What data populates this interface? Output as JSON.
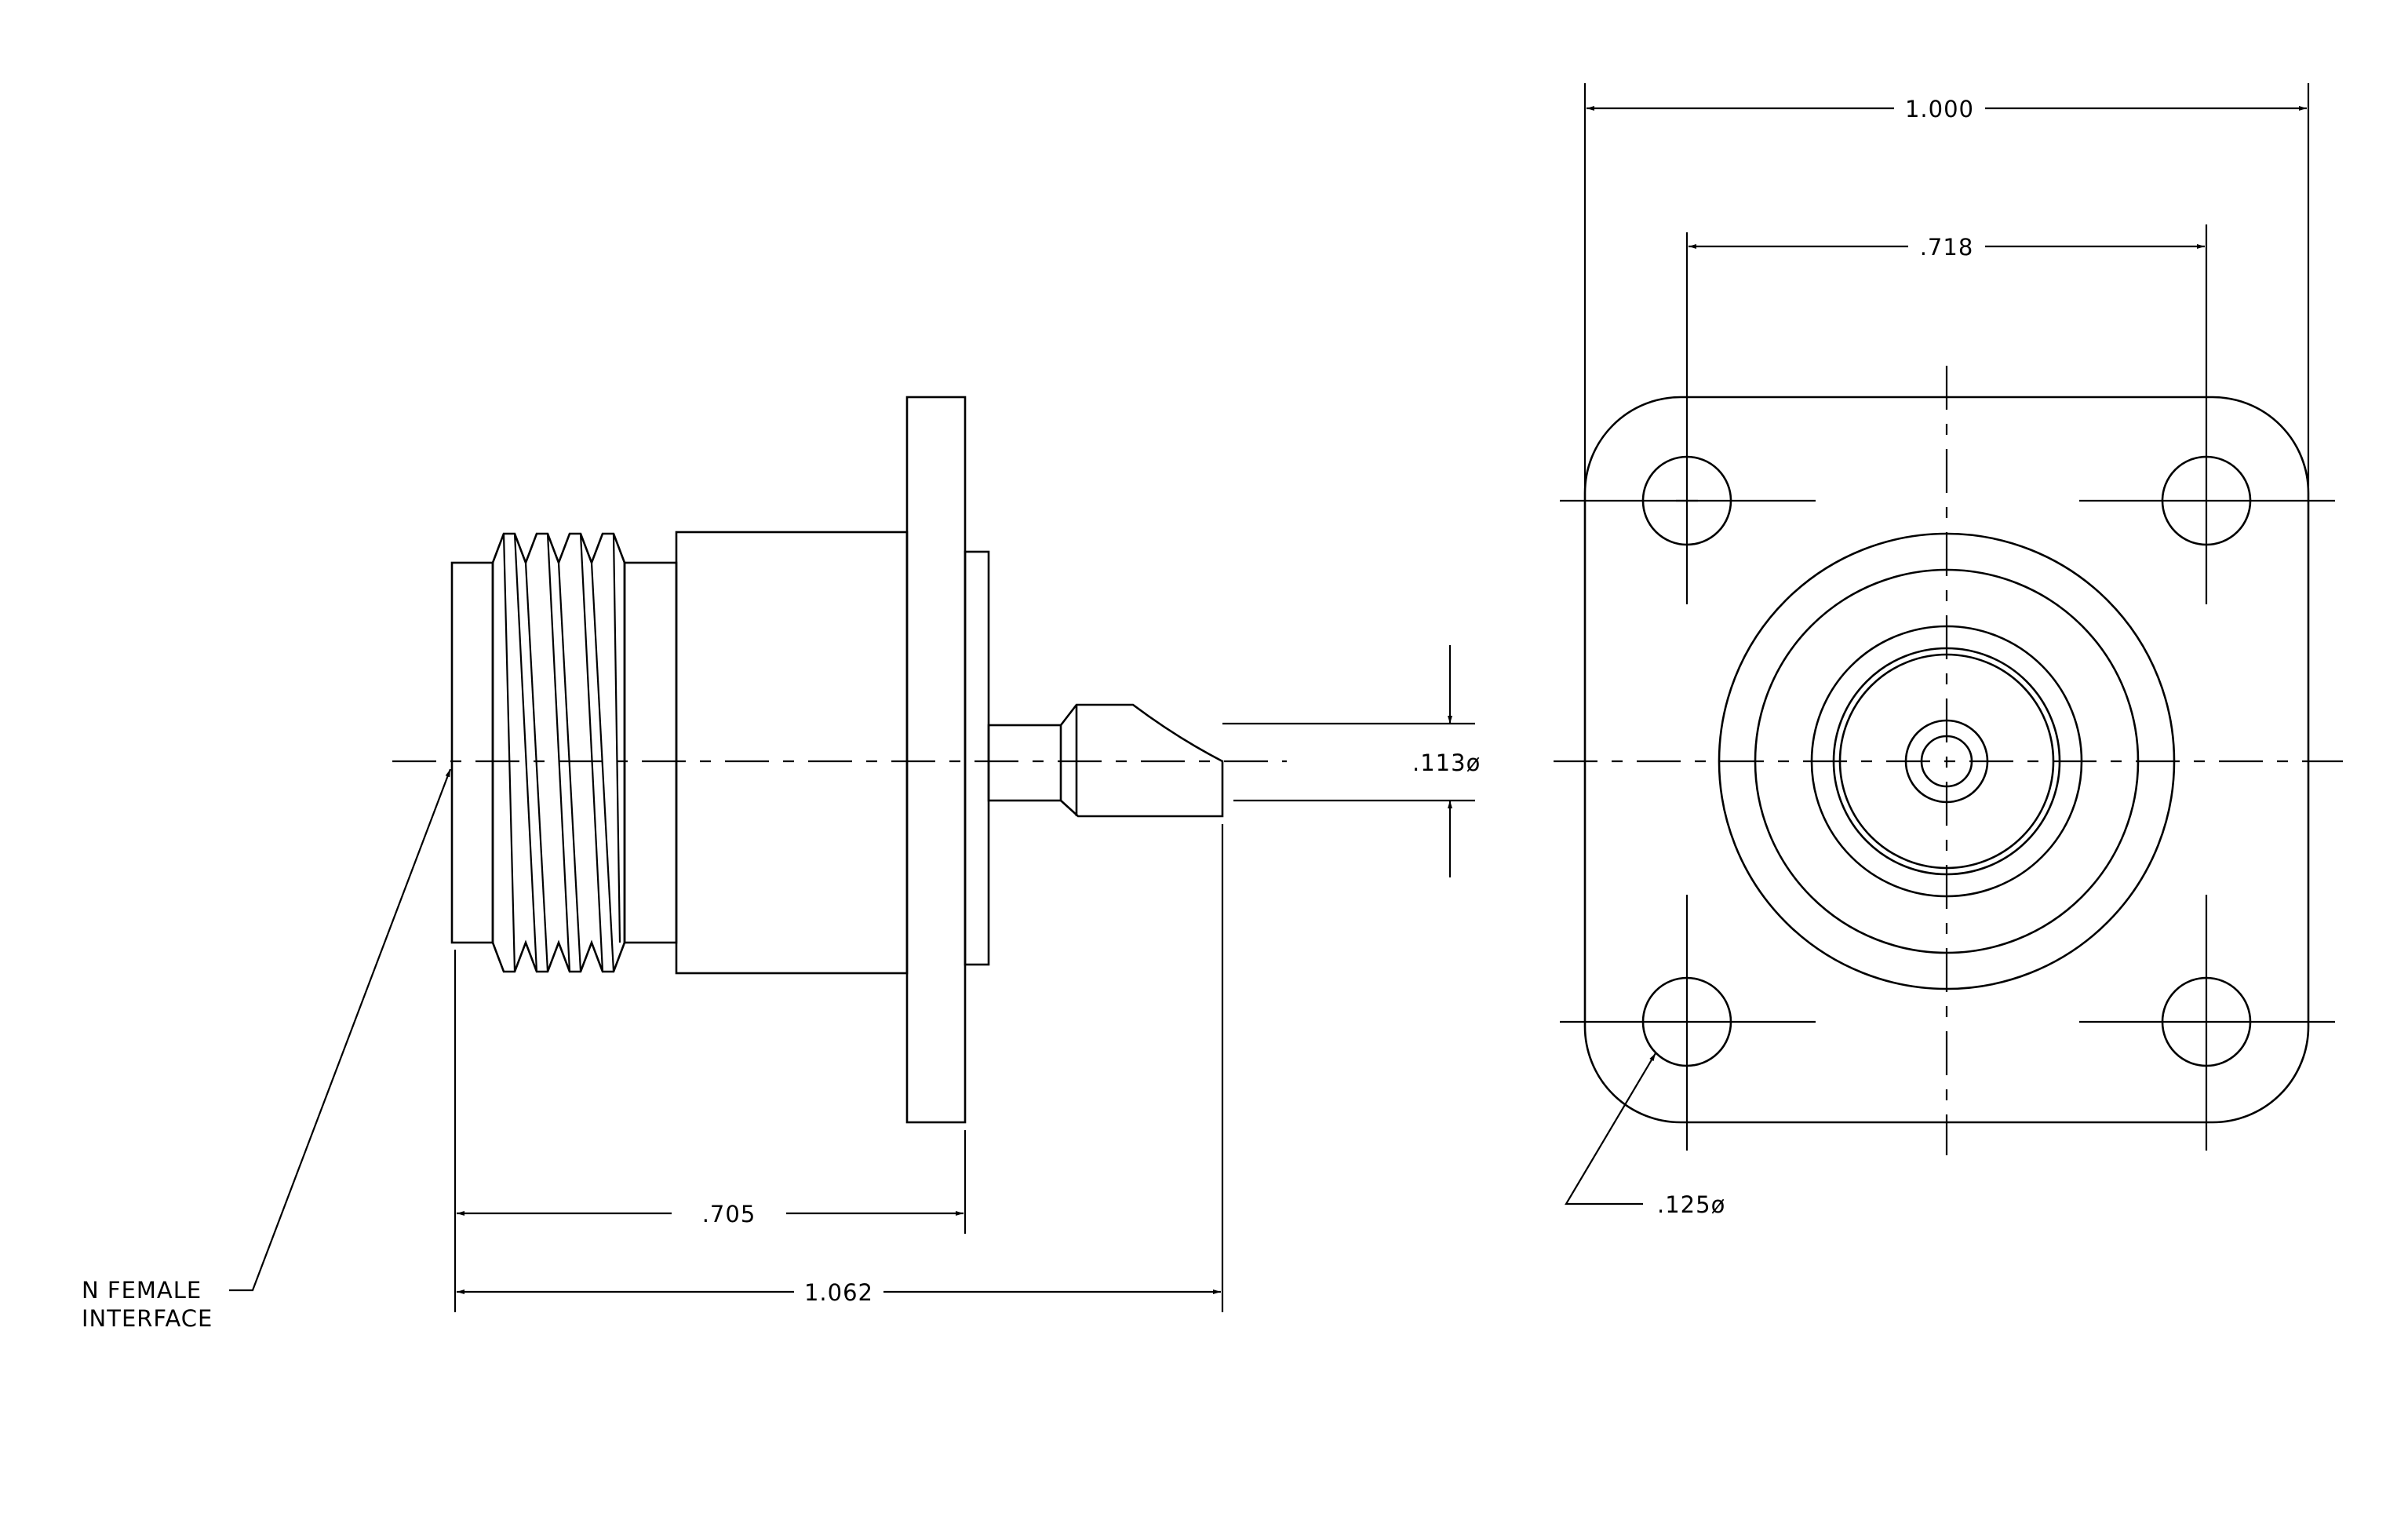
{
  "drawing_title": "",
  "side_view": {
    "callout_label_line1": "N FEMALE",
    "callout_label_line2": "INTERFACE",
    "dim_flange_to_face": ".705",
    "dim_overall_length": "1.062",
    "dim_pin_diameter": ".113ø"
  },
  "front_view": {
    "dim_flange_width": "1.000",
    "dim_hole_spacing": ".718",
    "dim_hole_diameter": ".125ø"
  }
}
